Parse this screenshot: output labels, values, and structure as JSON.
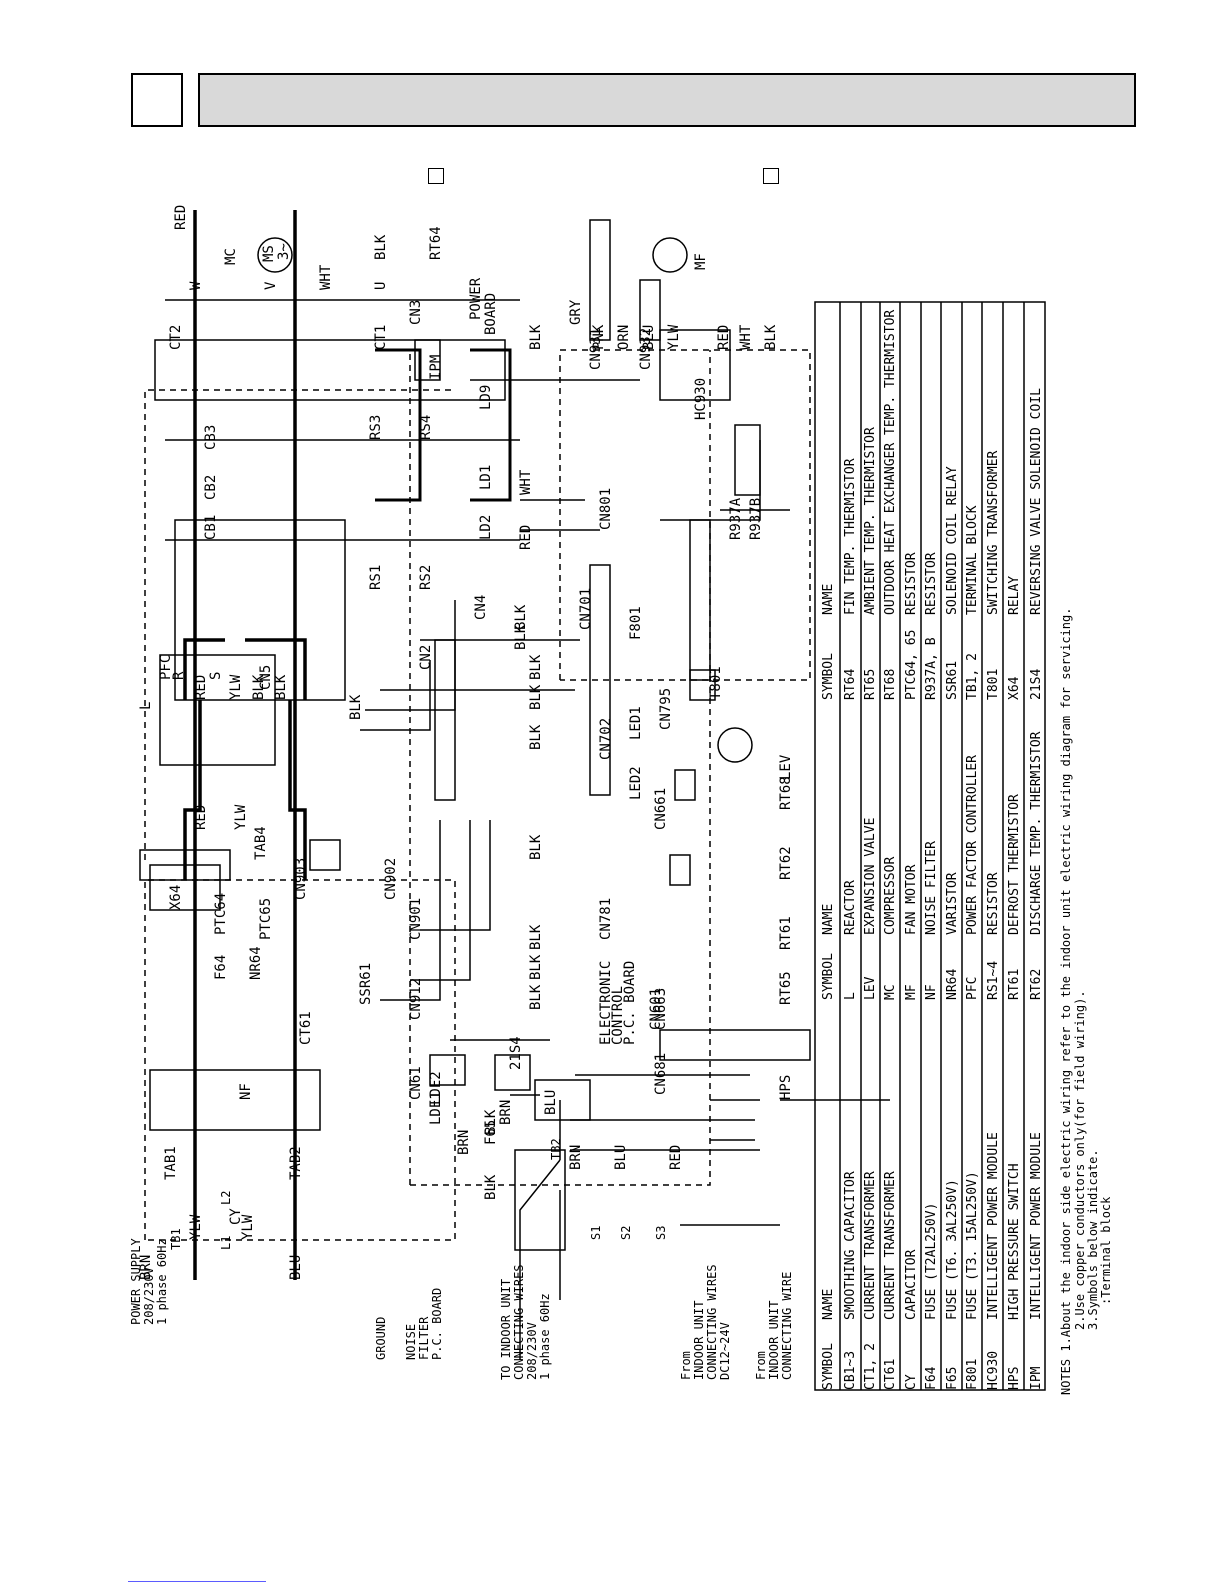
{
  "section_number": "",
  "section_title": "",
  "top_labels": {
    "power_supply": [
      "POWER SUPPLY",
      "208/230V",
      "1 phase 60Hz"
    ],
    "tb1": "TB1",
    "l1": "L1",
    "l2": "L2",
    "ground": "GROUND",
    "noise_filter": [
      "NOISE",
      "FILTER",
      "P.C. BOARD"
    ],
    "to_indoor": [
      "TO INDOOR UNIT",
      "CONNECTING WIRES",
      "208/230V",
      "1 phase 60Hz"
    ],
    "tb2": "TB2",
    "s1": "S1",
    "s2": "S2",
    "s3": "S3",
    "from_indoor_dc": [
      "From",
      "INDOOR UNIT",
      "CONNECTING WIRES",
      "DC12~24V"
    ],
    "from_indoor_wire": [
      "From",
      "INDOOR UNIT",
      "CONNECTING WIRE"
    ]
  },
  "wire_labels": [
    "BRN",
    "YLW",
    "CY",
    "YLW",
    "BLU",
    "TAB1",
    "TAB2",
    "BRN",
    "BLU",
    "BRN",
    "BLU",
    "RED",
    "F65",
    "BRN",
    "LDE1",
    "LDE2",
    "BLK",
    "BLK",
    "CN61",
    "CN601",
    "NF",
    "CT61",
    "F64",
    "X64",
    "PTC64",
    "PTC65",
    "NR64",
    "TAB4",
    "SSR61",
    "CN912",
    "21S4",
    "CN901",
    "CN903",
    "CN902",
    "RED",
    "YLW",
    "L",
    "RED",
    "YLW",
    "BLK",
    "BLK",
    "CN5",
    "BLK",
    "BLK",
    "BLK",
    "BLK",
    "BLK",
    "BLK",
    "BLK",
    "BLK",
    "CN781",
    "CN702",
    "CN2",
    "PFC",
    "R",
    "S",
    "RS1",
    "RS2",
    "CN4",
    "BLK",
    "BLK",
    "CN701",
    "CB1",
    "CB2",
    "CB3",
    "LD2",
    "LD1",
    "RED",
    "WHT",
    "CN801",
    "RS3",
    "RS4",
    "IPM",
    "LD9",
    "BLK",
    "CT2",
    "CT1",
    "W",
    "V",
    "U",
    "MC",
    "MS",
    "3~",
    "RED",
    "WHT",
    "BLK",
    "CN3",
    "POWER",
    "BOARD",
    "RT64",
    "CN931",
    "CN932",
    "GRY",
    "PNK",
    "ORN",
    "BLU",
    "YLW",
    "RED",
    "WHT",
    "BLK",
    "MF",
    "HC930",
    "R937A",
    "R937B",
    "F801",
    "T801",
    "CN795",
    "LEV",
    "LED1",
    "LED2",
    "CN661",
    "RT68",
    "RT62",
    "RT61",
    "CN663",
    "RT65",
    "CN681",
    "HPS",
    "ELECTRONIC",
    "CONTROL",
    "P.C. BOARD"
  ],
  "table": {
    "headers": [
      "SYMBOL",
      "NAME",
      "SYMBOL",
      "NAME",
      "SYMBOL",
      "NAME"
    ],
    "rows": [
      [
        "CB1~3",
        "SMOOTHING CAPACITOR",
        "L",
        "REACTOR",
        "RT64",
        "FIN TEMP. THERMISTOR"
      ],
      [
        "CT1, 2",
        "CURRENT TRANSFORMER",
        "LEV",
        "EXPANSION VALVE",
        "RT65",
        "AMBIENT TEMP. THERMISTOR"
      ],
      [
        "CT61",
        "CURRENT TRANSFORMER",
        "MC",
        "COMPRESSOR",
        "RT68",
        "OUTDOOR HEAT EXCHANGER TEMP. THERMISTOR"
      ],
      [
        "CY",
        "CAPACITOR",
        "MF",
        "FAN MOTOR",
        "PTC64, 65",
        "RESISTOR"
      ],
      [
        "F64",
        "FUSE (T2AL250V)",
        "NF",
        "NOISE FILTER",
        "R937A, B",
        "RESISTOR"
      ],
      [
        "F65",
        "FUSE (T6. 3AL250V)",
        "NR64",
        "VARISTOR",
        "SSR61",
        "SOLENOID COIL RELAY"
      ],
      [
        "F801",
        "FUSE (T3. 15AL250V)",
        "PFC",
        "POWER FACTOR CONTROLLER",
        "TB1, 2",
        "TERMINAL BLOCK"
      ],
      [
        "HC930",
        "INTELLIGENT POWER MODULE",
        "RS1~4",
        "RESISTOR",
        "T801",
        "SWITCHING TRANSFORMER"
      ],
      [
        "HPS",
        "HIGH PRESSURE SWITCH",
        "RT61",
        "DEFROST THERMISTOR",
        "X64",
        "RELAY"
      ],
      [
        "IPM",
        "INTELLIGENT POWER MODULE",
        "RT62",
        "DISCHARGE TEMP. THERMISTOR",
        "21S4",
        "REVERSING VALVE SOLENOID COIL"
      ]
    ]
  },
  "notes": [
    "NOTES 1.About the indoor side electric wiring refer to the indoor unit electric wiring diagram for servicing.",
    "2.Use copper conductors only(for field wiring).",
    "3.Symbols below indicate.",
    ":Terminal block"
  ]
}
